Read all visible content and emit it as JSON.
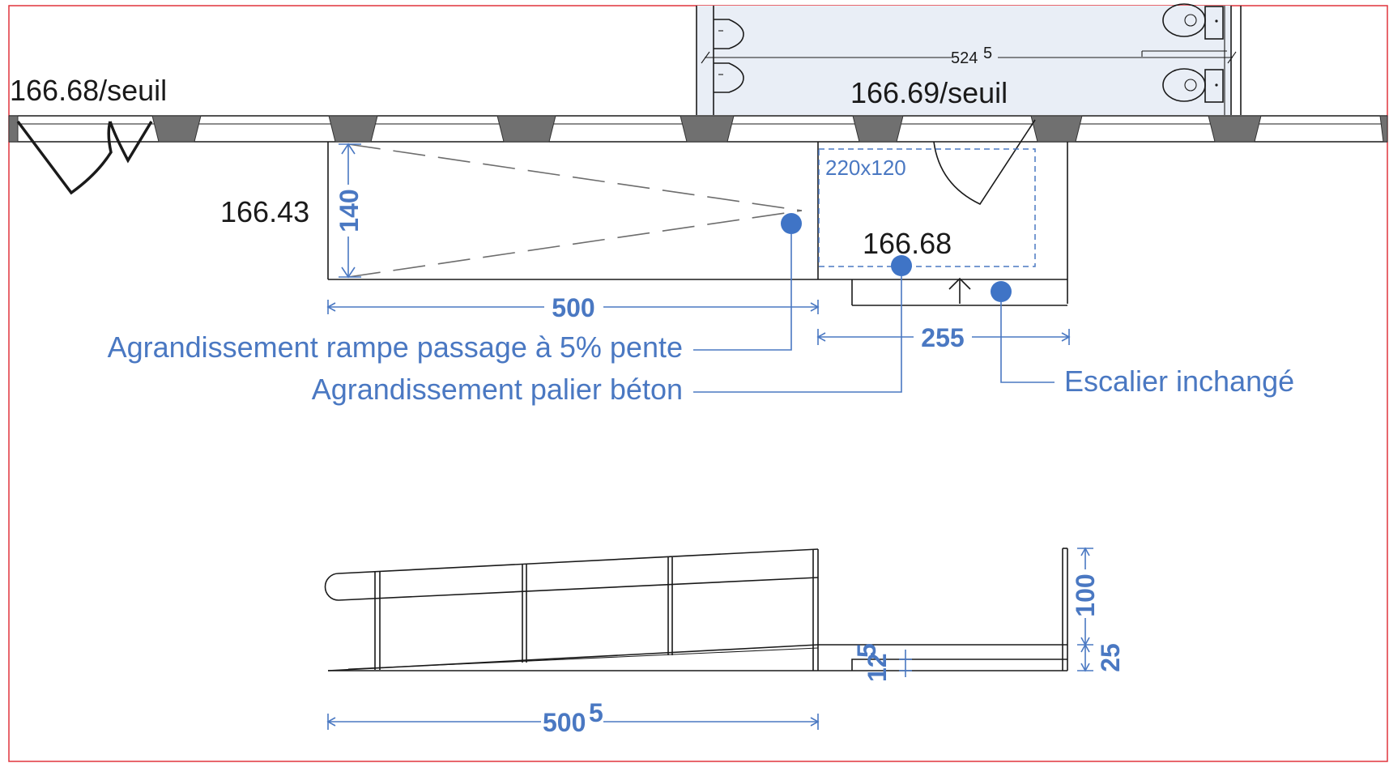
{
  "colors": {
    "border": "#e0343c",
    "annotation_blue": "#4a78c2",
    "marker_blue": "#3f74c6",
    "ink": "#1a1a1a",
    "pier_gray": "#707070",
    "washroom_fill": "#e9eef6"
  },
  "plan": {
    "left_threshold_label": "166.68/seuil",
    "right_threshold_label": "166.69/seuil",
    "washroom_width_label": "524",
    "washroom_width_superscript": "5",
    "ramp_level_label": "166.43",
    "landing_level_label": "166.68",
    "landing_zone_label": "220x120",
    "ramp_width_dim": "140",
    "ramp_length_dim": "500",
    "landing_length_dim": "255"
  },
  "callouts": {
    "ramp_extension": "Agrandissement rampe passage à 5% pente",
    "landing_extension": "Agrandissement palier béton",
    "stairs_unchanged": "Escalier inchangé"
  },
  "elevation": {
    "ramp_length_dim": "500",
    "ramp_length_superscript": "5",
    "railing_height_dim": "100",
    "landing_height_dim": "25",
    "step_height_dim": "12",
    "step_height_superscript": "5"
  }
}
